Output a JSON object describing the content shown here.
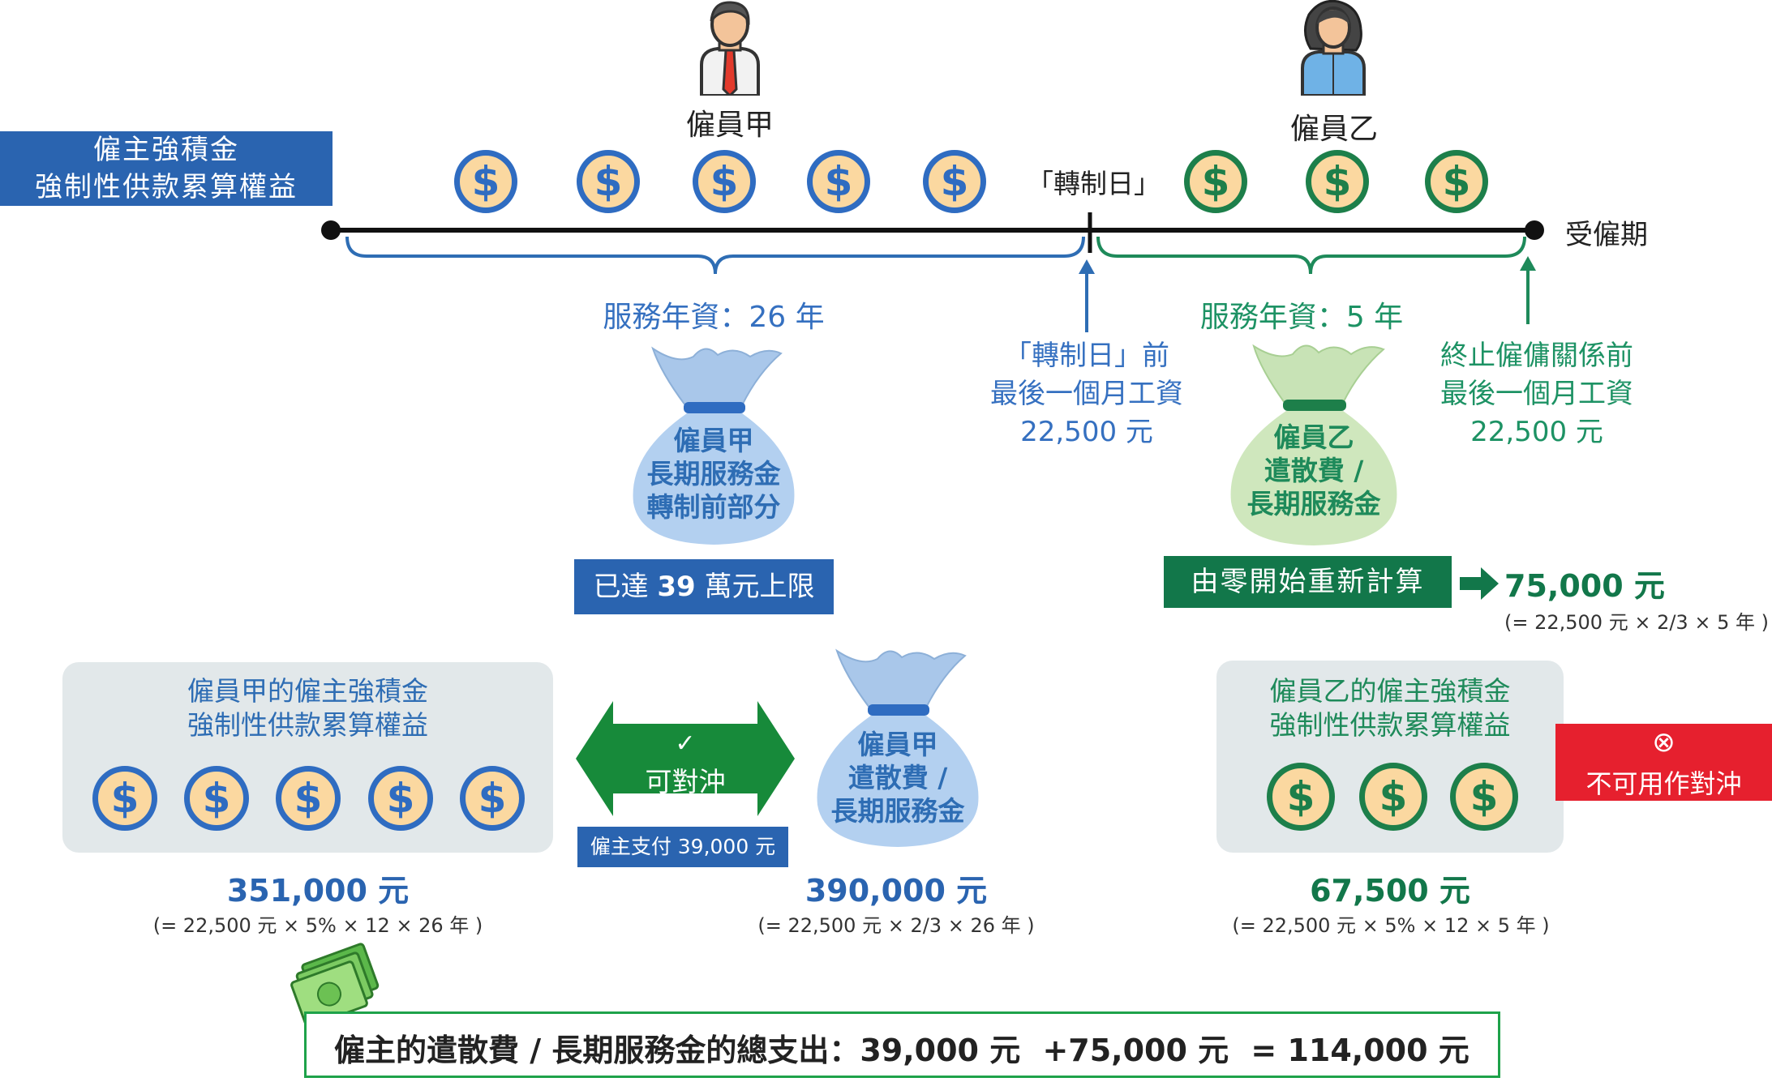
{
  "title": {
    "line1": "僱主強積金",
    "line2": "強制性供款累算權益"
  },
  "employee_a": {
    "label": "僱員甲"
  },
  "employee_b": {
    "label": "僱員乙"
  },
  "coin_symbol": "$",
  "timeline": {
    "changeover_label": "「轉制日」",
    "end_label": "受僱期"
  },
  "service_a": "服務年資：26 年",
  "service_b": "服務年資：5 年",
  "wage_before": {
    "line1": "「轉制日」前",
    "line2": "最後一個月工資",
    "line3": "22,500 元"
  },
  "wage_end": {
    "line1": "終止僱傭關係前",
    "line2": "最後一個月工資",
    "line3": "22,500 元"
  },
  "bag_a_top": {
    "line1": "僱員甲",
    "line2": "長期服務金",
    "line3": "轉制前部分"
  },
  "bag_b_top": {
    "line1": "僱員乙",
    "line2": "遣散費 /",
    "line3": "長期服務金"
  },
  "cap_label": {
    "pre": "已達 ",
    "num": "39",
    "post": " 萬元上限"
  },
  "restart_label": "由零開始重新計算",
  "restart_result": {
    "amount": "75,000 元",
    "formula": "(= 22,500 元 × 2/3 × 5 年 )"
  },
  "panel_a": {
    "line1": "僱員甲的僱主強積金",
    "line2": "強制性供款累算權益",
    "amount": "351,000 元",
    "formula": "(= 22,500 元 × 5% × 12 × 26 年 )"
  },
  "offset": {
    "check": "✓",
    "label": "可對沖",
    "paid": "僱主支付 39,000 元"
  },
  "bag_a_bottom": {
    "line1": "僱員甲",
    "line2": "遣散費 /",
    "line3": "長期服務金",
    "amount": "390,000 元",
    "formula": "(= 22,500 元 × 2/3 × 26 年 )"
  },
  "panel_b": {
    "line1": "僱員乙的僱主強積金",
    "line2": "強制性供款累算權益",
    "amount": "67,500 元",
    "formula": "(= 22,500 元 × 5% × 12 × 5 年 )"
  },
  "no_offset": {
    "icon": "⊗",
    "label": "不可用作對沖"
  },
  "total": {
    "text": "僱主的遣散費 / 長期服務金的總支出：",
    "v1": "39,000 元",
    "plus": "+",
    "v2": "75,000 元",
    "eq": "=",
    "v3": "114,000 元"
  },
  "colors": {
    "blue": "#2a64b0",
    "green": "#12774a",
    "red": "#e6202e",
    "panel": "#e2e8ea"
  }
}
